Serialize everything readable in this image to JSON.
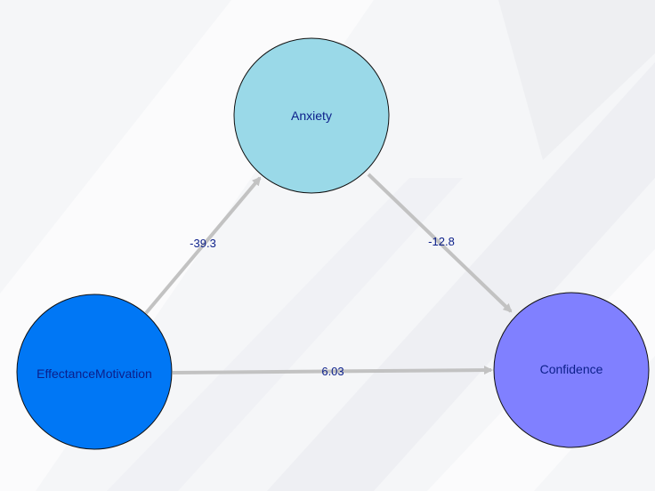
{
  "nodes": {
    "anxiety": {
      "label": "Anxiety",
      "color": "#9ad9e8"
    },
    "effectance": {
      "label": "EffectanceMotivation",
      "color": "#0077f5"
    },
    "confidence": {
      "label": "Confidence",
      "color": "#8080ff"
    }
  },
  "edges": {
    "effectance_to_anxiety": {
      "from": "EffectanceMotivation",
      "to": "Anxiety",
      "weight": "-39.3"
    },
    "anxiety_to_confidence": {
      "from": "Anxiety",
      "to": "Confidence",
      "weight": "-12.8"
    },
    "effectance_to_confidence": {
      "from": "EffectanceMotivation",
      "to": "Confidence",
      "weight": "6.03"
    }
  },
  "colors": {
    "edge": "#c2c2c2",
    "text": "#0b1f8a",
    "background": "#f4f5f7"
  }
}
